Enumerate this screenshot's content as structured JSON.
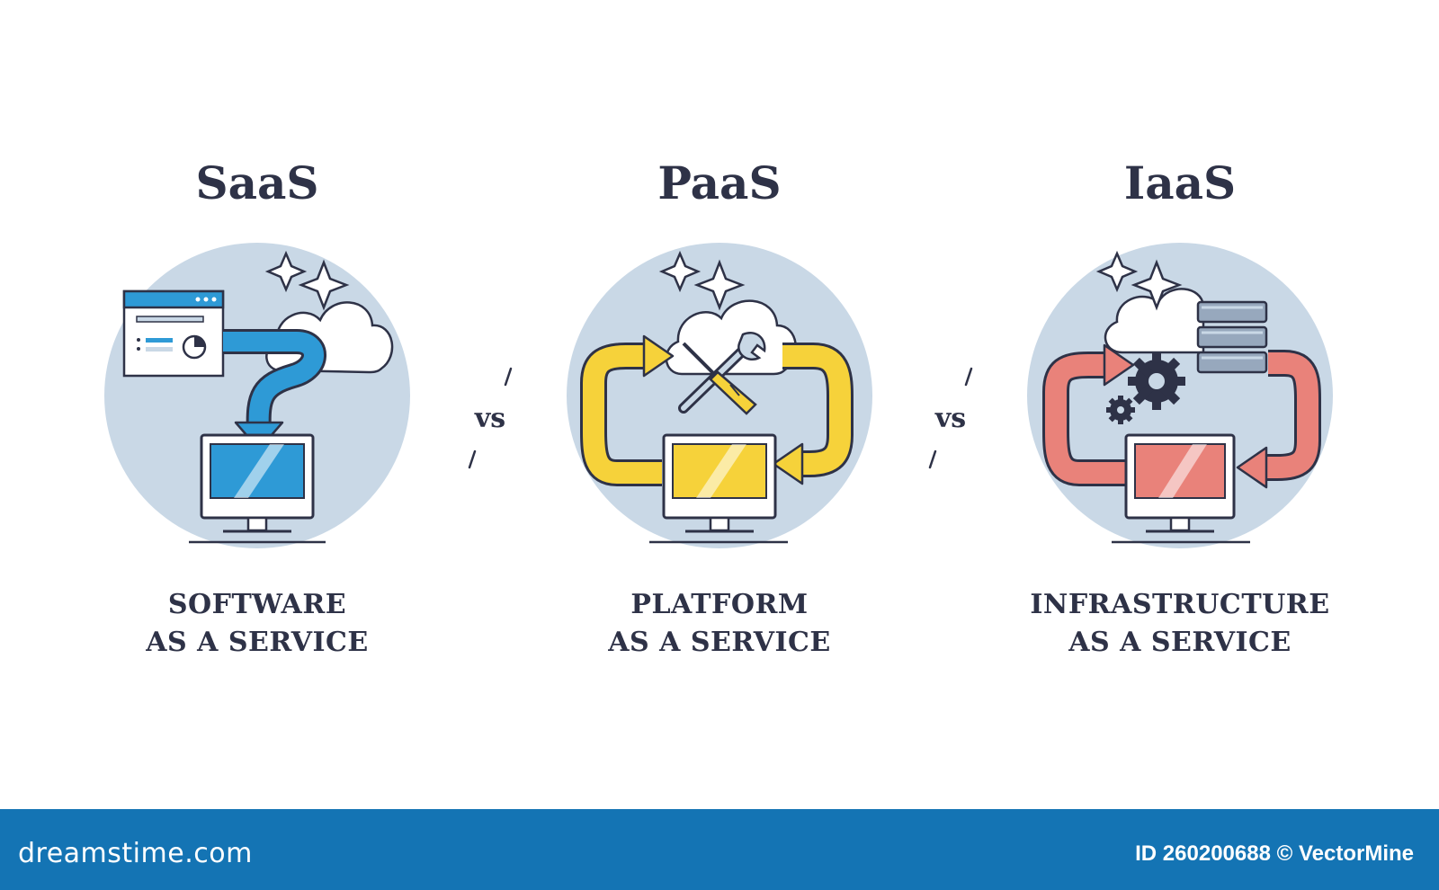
{
  "panels": [
    {
      "title": "SaaS",
      "subtitle_line1": "SOFTWARE",
      "subtitle_line2": "AS A SERVICE"
    },
    {
      "title": "PaaS",
      "subtitle_line1": "PLATFORM",
      "subtitle_line2": "AS A SERVICE"
    },
    {
      "title": "IaaS",
      "subtitle_line1": "INFRASTRUCTURE",
      "subtitle_line2": "AS A SERVICE"
    }
  ],
  "separators": [
    "vs",
    "vs"
  ],
  "footer": {
    "brand": "dreamstime.com",
    "credit": "ID 260200688 © VectorMine"
  },
  "icons": {
    "saas": [
      "browser-window-icon",
      "cloud-icon",
      "sparkle-icon",
      "down-arrow-icon",
      "monitor-icon"
    ],
    "paas": [
      "cloud-icon",
      "sparkle-icon",
      "wrench-icon",
      "screwdriver-icon",
      "cycle-arrows-icon",
      "monitor-icon"
    ],
    "iaas": [
      "cloud-icon",
      "sparkle-icon",
      "server-stack-icon",
      "gear-icon",
      "cycle-arrows-icon",
      "monitor-icon"
    ]
  },
  "colors": {
    "background": "#ffffff",
    "circle": "#c9d8e6",
    "outline": "#2e3247",
    "saas_accent": "#2e9ad6",
    "paas_accent": "#f6d23a",
    "iaas_accent": "#e9827a",
    "footer": "#1474b4"
  }
}
